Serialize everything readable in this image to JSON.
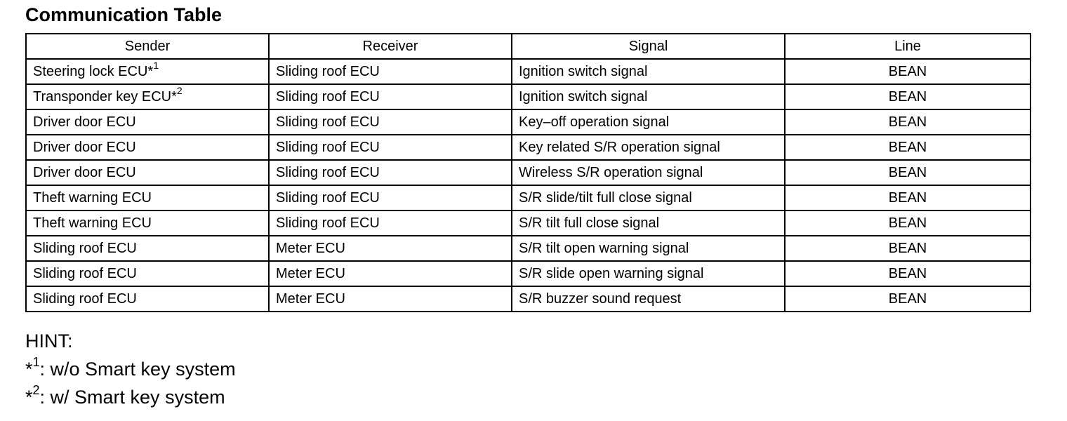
{
  "title": "Communication Table",
  "table": {
    "headers": {
      "sender": "Sender",
      "receiver": "Receiver",
      "signal": "Signal",
      "line": "Line"
    },
    "rows": [
      {
        "sender": "Steering lock ECU",
        "sender_mark": "*",
        "sender_note": "1",
        "receiver": "Sliding roof ECU",
        "signal": "Ignition switch signal",
        "line": "BEAN"
      },
      {
        "sender": "Transponder key ECU",
        "sender_mark": "*",
        "sender_note": "2",
        "receiver": "Sliding roof ECU",
        "signal": "Ignition switch signal",
        "line": "BEAN"
      },
      {
        "sender": "Driver door ECU",
        "receiver": "Sliding roof ECU",
        "signal": "Key–off operation signal",
        "line": "BEAN"
      },
      {
        "sender": "Driver door ECU",
        "receiver": "Sliding roof ECU",
        "signal": "Key related S/R operation signal",
        "line": "BEAN"
      },
      {
        "sender": "Driver door ECU",
        "receiver": "Sliding roof ECU",
        "signal": "Wireless S/R operation signal",
        "line": "BEAN"
      },
      {
        "sender": "Theft warning ECU",
        "receiver": "Sliding roof ECU",
        "signal": "S/R slide/tilt full close signal",
        "line": "BEAN"
      },
      {
        "sender": "Theft warning ECU",
        "receiver": "Sliding roof ECU",
        "signal": "S/R tilt full close signal",
        "line": "BEAN"
      },
      {
        "sender": "Sliding roof ECU",
        "receiver": "Meter ECU",
        "signal": "S/R tilt open warning signal",
        "line": "BEAN"
      },
      {
        "sender": "Sliding roof ECU",
        "receiver": "Meter ECU",
        "signal": "S/R slide open warning signal",
        "line": "BEAN"
      },
      {
        "sender": "Sliding roof ECU",
        "receiver": "Meter ECU",
        "signal": "S/R buzzer sound request",
        "line": "BEAN"
      }
    ]
  },
  "hint": {
    "label": "HINT:",
    "notes": [
      {
        "mark": "*",
        "number": "1",
        "text": ": w/o Smart key system"
      },
      {
        "mark": "*",
        "number": "2",
        "text": ": w/ Smart key system"
      }
    ]
  }
}
